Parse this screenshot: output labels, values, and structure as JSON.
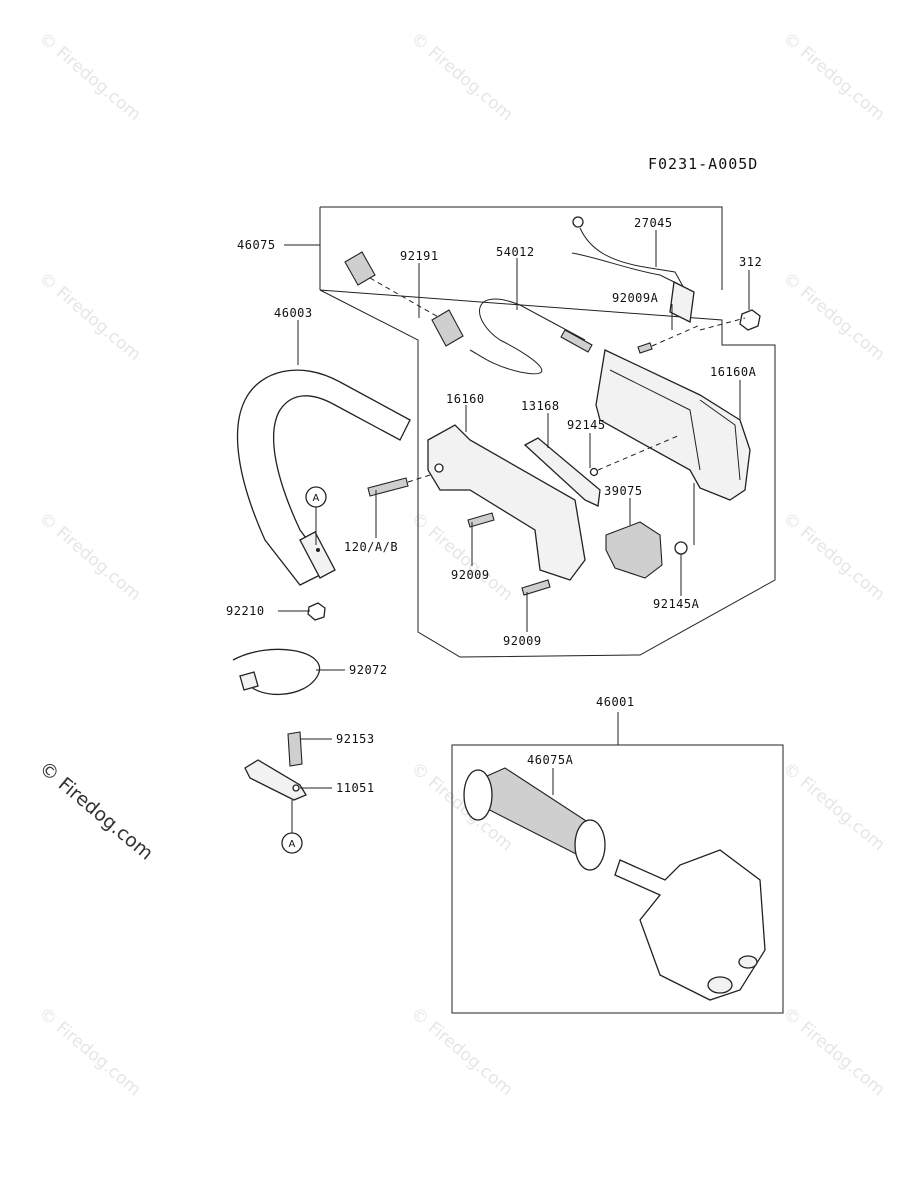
{
  "diagram_code": "F0231-A005D",
  "watermark_text": "© Firedog.com",
  "reference_marker": "A",
  "parts": {
    "p46075": "46075",
    "p92191": "92191",
    "p54012": "54012",
    "p27045": "27045",
    "p312": "312",
    "p92009A": "92009A",
    "p46003": "46003",
    "p16160A": "16160A",
    "p16160": "16160",
    "p13168": "13168",
    "p92145": "92145",
    "p39075": "39075",
    "p120AB": "120/A/B",
    "p92009a": "92009",
    "p92009b": "92009",
    "p92145A": "92145A",
    "p92210": "92210",
    "p92072": "92072",
    "p46001": "46001",
    "p46075A": "46075A",
    "p92153": "92153",
    "p11051": "11051"
  },
  "colors": {
    "line": "#222222",
    "watermark": "#e6e6e6",
    "background": "#ffffff"
  }
}
